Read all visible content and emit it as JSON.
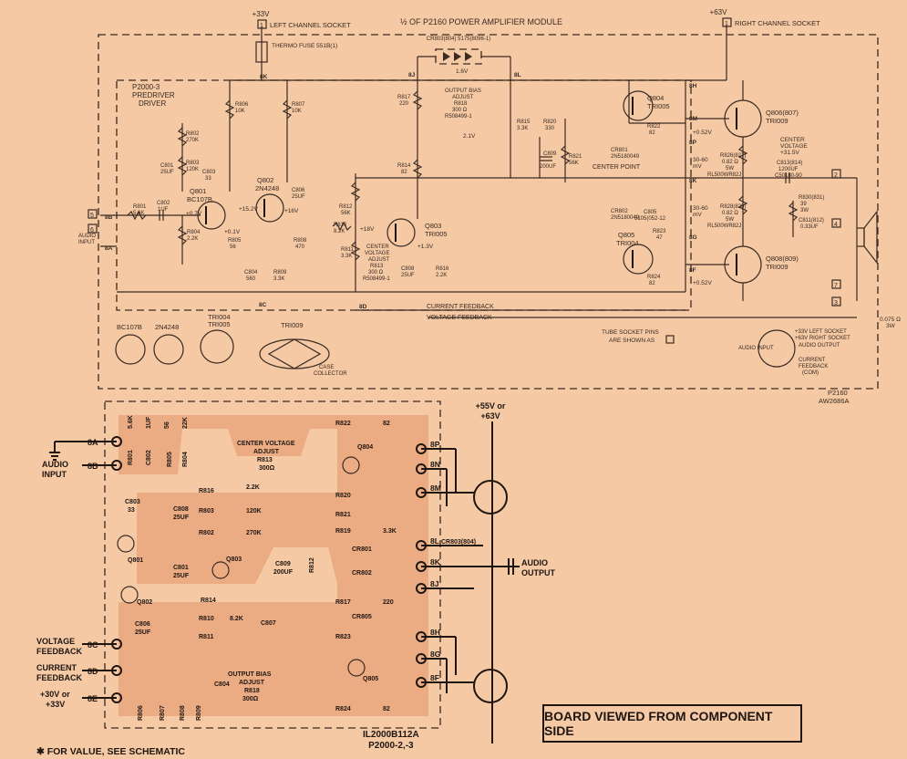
{
  "header": {
    "title": "½ OF P2160 POWER AMPLIFIER MODULE",
    "left_supply": "+33V",
    "left_socket": "LEFT CHANNEL SOCKET",
    "left_pin": "1",
    "right_supply": "+63V",
    "right_socket": "RIGHT CHANNEL SOCKET",
    "right_pin": "1"
  },
  "schematic": {
    "thermo_fuse": "THERMO FUSE 551B(1)",
    "predriver": "P2000-3 PREDRIVER DRIVER",
    "cr803": "CR803(804) 5175(8096-1)",
    "bias_label": "OUTPUT BIAS ADJUST R818 300 Ω R508499-1",
    "center_voltage_label": "CENTER VOLTAGE +31.5V",
    "center_adjust": "CENTER VOLTAGE ADJUST R813 300 Ω R508499-1",
    "center_point": "CENTER POINT",
    "current_feedback": "CURRENT FEEDBACK",
    "voltage_feedback": "VOLTAGE FEEDBACK",
    "tube_note": "TUBE SOCKET PINS ARE SHOWN AS",
    "module_id_1": "P2160",
    "module_id_2": "AW2686A",
    "audio_input": "AUDIO INPUT",
    "socket_labels": {
      "s1": "+33V LEFT SOCKET",
      "s2": "+63V RIGHT SOCKET",
      "s3": "AUDIO OUTPUT",
      "s4": "AUDIO INPUT",
      "s5": "CURRENT FEEDBACK (COM)"
    },
    "speaker_load": "0.075 Ω 3W",
    "transistors": [
      {
        "ref": "Q801",
        "type": "BC107B"
      },
      {
        "ref": "Q802",
        "type": "2N4248"
      },
      {
        "ref": "Q803",
        "type": "TRI005"
      },
      {
        "ref": "Q804",
        "type": "TRI005"
      },
      {
        "ref": "Q805",
        "type": "TRI004"
      },
      {
        "ref": "Q806(807)",
        "type": "TRI009"
      },
      {
        "ref": "Q808(809)",
        "type": "TRI009"
      }
    ],
    "packages": [
      {
        "name": "BC107B"
      },
      {
        "name": "2N4248"
      },
      {
        "name": "TRI004 TRI005"
      },
      {
        "name": "TRI009"
      }
    ],
    "case_collector": "CASE COLLECTOR",
    "components": [
      "R806 10K",
      "R807 10K",
      "R802 270K",
      "R803 120K",
      "C801 25UF",
      "C803 33",
      "R801 5.6K",
      "C802 1UF",
      "R804 2.2K",
      "R805 56",
      "C804 560",
      "R809 3.3K",
      "R808 470",
      "C806 25UF",
      "R812 56K",
      "R810 8.2K",
      "R811 3.3K",
      "R817 220",
      "R814 82",
      "R815 3.3K",
      "R820 330",
      "R821 56K",
      "C809 200UF",
      "CR801 2N5180049",
      "CR802 2N5180049",
      "C805 5105(052-12",
      "R823 47",
      "R822 82",
      "R824 82",
      "C808 25UF",
      "R816 2.2K",
      "R826(827) 0.82 Ω 5W RL500WR82J",
      "R828(829) 0.82 Ω 5W RL500WR82J",
      "C813(814) 1200UF C50180-90",
      "R830(831) 39 3W",
      "C811(812) 0.33UF"
    ],
    "voltages": [
      "+15.2V",
      "+16V",
      "+0.7V",
      "+0.1V",
      "+18V",
      "+1.3V",
      "2.1V",
      "1.6V",
      "+0.52V",
      "30-60 mV",
      "30-60 mV",
      "+0.52V"
    ],
    "pins": [
      "8K",
      "8J",
      "8L",
      "8H",
      "8M",
      "8P",
      "8N",
      "8B",
      "8A",
      "8D",
      "8C",
      "8F",
      "8G"
    ],
    "terminals": [
      "5",
      "6",
      "2",
      "4",
      "7",
      "3"
    ]
  },
  "board": {
    "supply": "+55V or +63V",
    "input_pins": [
      {
        "pin": "8A",
        "label": ""
      },
      {
        "pin": "8B",
        "label": "AUDIO INPUT"
      },
      {
        "pin": "8C",
        "label": "VOLTAGE FEEDBACK"
      },
      {
        "pin": "8D",
        "label": "CURRENT FEEDBACK"
      },
      {
        "pin": "8E",
        "label": "+30V or +33V"
      }
    ],
    "output_pins": [
      "8P",
      "8N",
      "8M",
      "8L",
      "8K",
      "8J",
      "8H",
      "8G",
      "8F"
    ],
    "audio_output": "AUDIO OUTPUT",
    "parts": [
      "R801 5.6K",
      "C802 1UF",
      "R805 56",
      "R804 22K",
      "C803 33",
      "CENTER VOLTAGE ADJUST R813 300Ω",
      "R816 2.2K",
      "C808 25UF",
      "R803 120K",
      "R802 270K",
      "C801 25UF",
      "Q803",
      "Q801",
      "Q802",
      "C809 200UF",
      "R812 *",
      "R814 *",
      "R810 8.2K",
      "C807 *",
      "C806 25UF",
      "R811 *",
      "OUTPUT BIAS ADJUST R818 300Ω",
      "R806 10K",
      "R807 10K",
      "R808 470",
      "R809 3.3K",
      "C804 *",
      "R822 82",
      "Q804",
      "R820 *",
      "R821 *",
      "R819 3.3K",
      "CR803(804)",
      "CR801",
      "CR802",
      "R817 220",
      "CR805",
      "R823 *",
      "Q805",
      "R824 82"
    ],
    "board_id_1": "IL2000B112A",
    "board_id_2": "P2000-2,-3",
    "caption": "BOARD VIEWED FROM COMPONENT SIDE",
    "footnote": "✱ FOR VALUE, SEE SCHEMATIC"
  }
}
